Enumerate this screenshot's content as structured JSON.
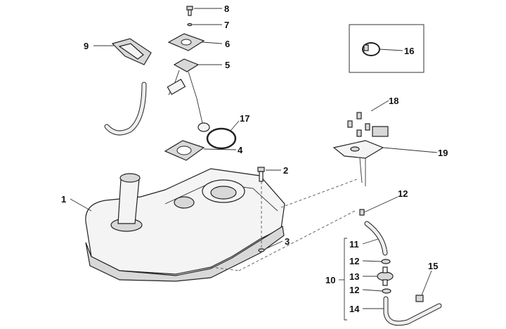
{
  "diagram": {
    "callouts": [
      {
        "id": "c8",
        "text": "8"
      },
      {
        "id": "c7",
        "text": "7"
      },
      {
        "id": "c6",
        "text": "6"
      },
      {
        "id": "c5",
        "text": "5"
      },
      {
        "id": "c9",
        "text": "9"
      },
      {
        "id": "c16",
        "text": "16"
      },
      {
        "id": "c17",
        "text": "17"
      },
      {
        "id": "c18",
        "text": "18"
      },
      {
        "id": "c19",
        "text": "19"
      },
      {
        "id": "c4",
        "text": "4"
      },
      {
        "id": "c2",
        "text": "2"
      },
      {
        "id": "c1",
        "text": "1"
      },
      {
        "id": "c12a",
        "text": "12"
      },
      {
        "id": "c3",
        "text": "3"
      },
      {
        "id": "c11",
        "text": "11"
      },
      {
        "id": "c12b",
        "text": "12"
      },
      {
        "id": "c13",
        "text": "13"
      },
      {
        "id": "c10",
        "text": "10"
      },
      {
        "id": "c12c",
        "text": "12"
      },
      {
        "id": "c15",
        "text": "15"
      },
      {
        "id": "c14",
        "text": "14"
      }
    ]
  }
}
